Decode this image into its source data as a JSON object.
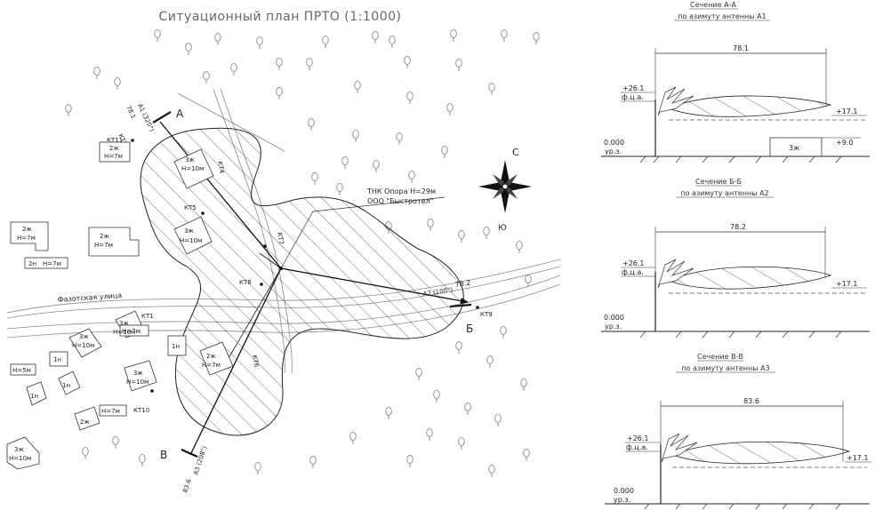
{
  "plan": {
    "title": "Ситуационный план ПРТО (1:1000)",
    "street": "Фазотская улица",
    "tower_label": "ТНК Опора Н=29м",
    "company_label": "ООО \"Быстротел\"",
    "compass": {
      "north": "С",
      "south": "Ю"
    },
    "section_marks": {
      "a": "А",
      "b": "Б",
      "v": "В"
    },
    "antennas": {
      "a1": {
        "distance": "78.1",
        "label": "А1 (320°)"
      },
      "a2": {
        "distance": "78.2",
        "label": "А2 (100°)"
      },
      "a3": {
        "distance": "83.6",
        "label": "А3 (208°)"
      }
    },
    "control_points": {
      "kt1": "КТ1",
      "kt3": "КТ3",
      "kt4": "КТ4",
      "kt5": "КТ5",
      "kt6": "КТ6",
      "kt7": "КТ7",
      "kt8": "КТ8",
      "kt9": "КТ9",
      "kt10": "КТ10",
      "kt11": "КТ11"
    },
    "buildings": {
      "b1": {
        "l1": "3ж",
        "l2": "Н=10м"
      },
      "b2": {
        "l1": "3ж",
        "l2": "Н=10м"
      },
      "b3": {
        "l1": "2ж",
        "l2": "Н=7м"
      },
      "b4": {
        "l1": "2ж",
        "l2": "Н=7м"
      },
      "b5": {
        "l1": "2ж",
        "l2": "Н=7м"
      },
      "b6": {
        "l1": "2н",
        "l2": "Н=7м"
      },
      "b7": {
        "l1": "3ж",
        "l2": "Н=10м"
      },
      "b8": {
        "l1": "3ж",
        "l2": "Н=10м"
      },
      "b9": {
        "l1": "1н"
      },
      "b10": {
        "l1": "Н=5м"
      },
      "b11": {
        "l1": "1н"
      },
      "b12": {
        "l1": "1н"
      },
      "b13": {
        "l1": "3ж",
        "l2": "Н=10м"
      },
      "b14": {
        "l1": "2ж"
      },
      "b15": {
        "l1": "Н=7м"
      },
      "b16": {
        "l1": "1н"
      },
      "b17": {
        "l1": "2ж",
        "l2": "Н=7м"
      },
      "b18": {
        "l1": "3ж",
        "l2": "Н=10м"
      },
      "b19": {
        "l1": "Н=7м"
      }
    }
  },
  "sections": [
    {
      "title": "Сечение А-А",
      "subtitle": "по азимуту антенны А1",
      "distance": "78.1",
      "top_mark": "+26.1",
      "center_label": "ф.ц.а.",
      "right_mark": "+17.1",
      "ground_mark": "0.000",
      "ground_label": "ур.з.",
      "building_label": "3ж",
      "building_mark": "+9.0"
    },
    {
      "title": "Сечение Б-Б",
      "subtitle": "по азимуту антенны А2",
      "distance": "78.2",
      "top_mark": "+26.1",
      "center_label": "ф.ц.а.",
      "right_mark": "+17.1",
      "ground_mark": "0.000",
      "ground_label": "ур.з."
    },
    {
      "title": "Сечение В-В",
      "subtitle": "по азимуту антенны А3",
      "distance": "83.6",
      "top_mark": "+26.1",
      "center_label": "ф.ц.а.",
      "right_mark": "+17.1",
      "ground_mark": "0.000",
      "ground_label": "ур.з."
    }
  ]
}
